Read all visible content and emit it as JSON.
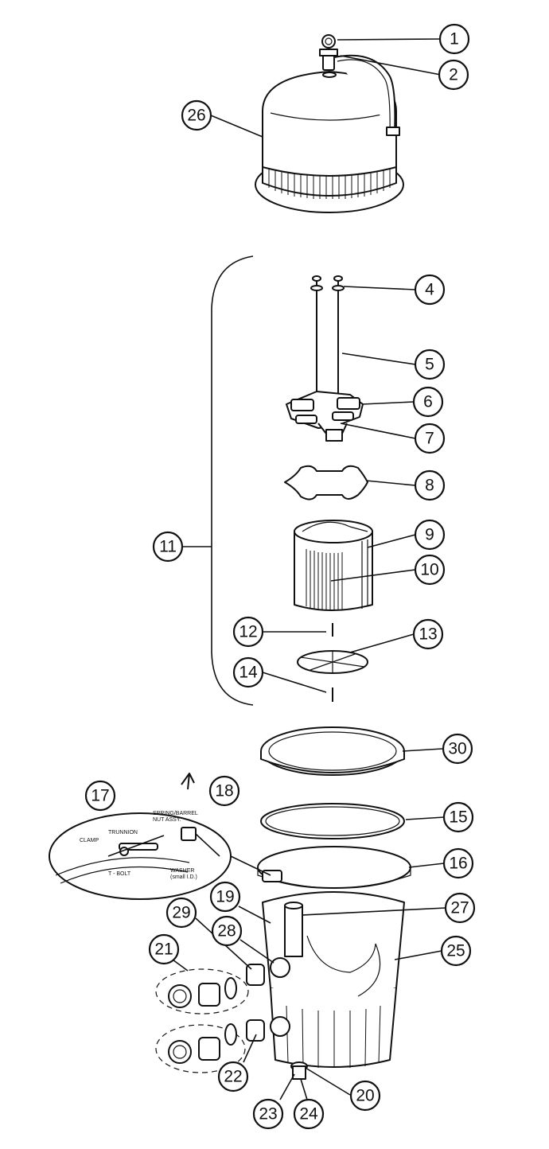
{
  "diagram": {
    "callouts": [
      "1",
      "2",
      "4",
      "5",
      "6",
      "7",
      "8",
      "9",
      "10",
      "11",
      "12",
      "13",
      "14",
      "15",
      "16",
      "17",
      "18",
      "19",
      "20",
      "21",
      "22",
      "23",
      "24",
      "25",
      "26",
      "27",
      "28",
      "29",
      "30"
    ],
    "inset_labels": {
      "spring": "SPRING/BARREL",
      "nut": "NUT ASSY.",
      "trunnion": "TRUNNION",
      "clamp": "CLAMP",
      "tbolt": "T - BOLT",
      "washer": "WASHER",
      "washer_note": "(small I.D.)"
    }
  }
}
